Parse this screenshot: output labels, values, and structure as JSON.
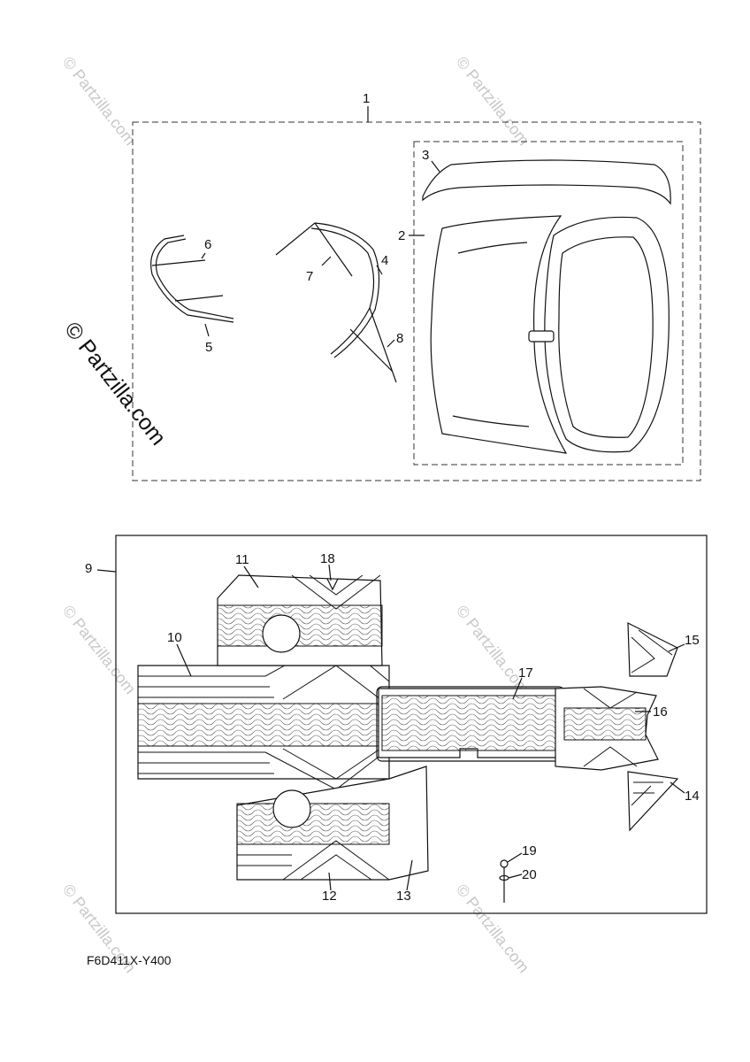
{
  "diagram": {
    "drawing_code": "F6D411X-Y400",
    "watermark": "© Partzilla.com",
    "callouts": [
      "1",
      "2",
      "3",
      "4",
      "5",
      "6",
      "7",
      "8",
      "9",
      "10",
      "11",
      "12",
      "13",
      "14",
      "15",
      "16",
      "17",
      "18",
      "19",
      "20"
    ]
  }
}
